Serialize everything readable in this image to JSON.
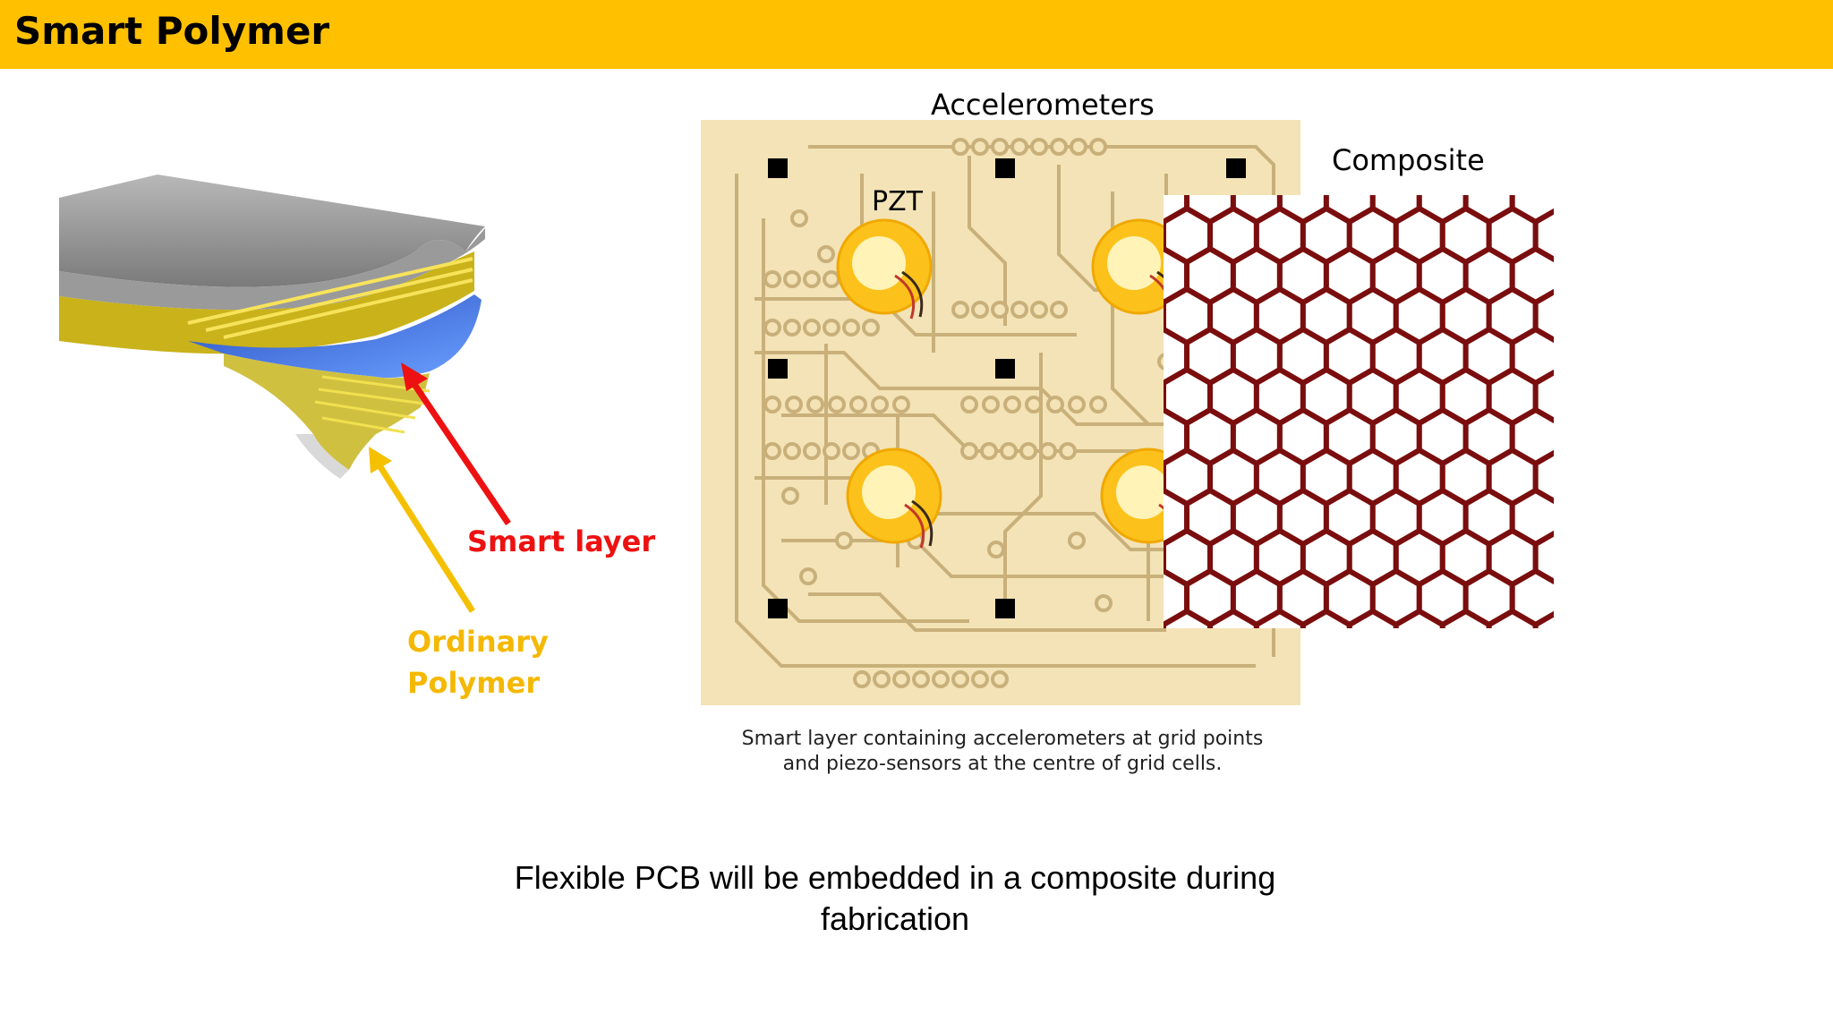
{
  "slide": {
    "title": "Smart Polymer",
    "labels": {
      "accelerometers": "Accelerometers",
      "composite": "Composite",
      "pzt": "PZT",
      "smart_layer": "Smart layer",
      "ordinary_line1": "Ordinary",
      "ordinary_line2": "Polymer"
    },
    "pcb_caption": {
      "line1": "Smart layer containing accelerometers at grid points",
      "line2": "and piezo-sensors at the centre of grid cells."
    },
    "footer": {
      "line1": "Flexible PCB will be embedded in a composite during",
      "line2": "fabrication"
    }
  },
  "colors": {
    "title_bar": "#ffc000",
    "smart_layer": "#ee1111",
    "ordinary_polymer": "#f5b800",
    "pcb_board": "#f3e3b6",
    "pcb_trace": "#c9b07a",
    "piezo_outer": "#fcc21b",
    "piezo_inner": "#fff3b8",
    "hex_outline": "#7a0e0e"
  }
}
